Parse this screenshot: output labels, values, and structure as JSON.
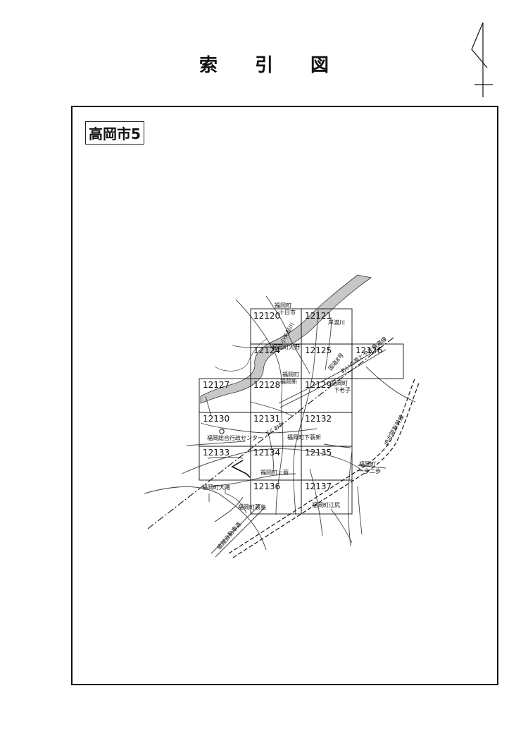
{
  "title": "索 引 図",
  "city_label": "高岡市5",
  "cells": [
    {
      "code": "12120"
    },
    {
      "code": "12121"
    },
    {
      "code": "12124"
    },
    {
      "code": "12125"
    },
    {
      "code": "12126"
    },
    {
      "code": "12127"
    },
    {
      "code": "12128"
    },
    {
      "code": "12129"
    },
    {
      "code": "12130"
    },
    {
      "code": "12131"
    },
    {
      "code": "12132"
    },
    {
      "code": "12133"
    },
    {
      "code": "12134"
    },
    {
      "code": "12135"
    },
    {
      "code": "12136"
    },
    {
      "code": "12137"
    }
  ],
  "places": {
    "fukuoka_tokaichi_1": "福岡町",
    "fukuoka_tokaichi_2": "十日市",
    "oyabe_river": "小矢部川",
    "kishiwatari_river": "岸渡川",
    "fukuoka_ono": "福岡町大野",
    "route8": "国道8号",
    "ainokaze": "あいの風とやま鉄道線",
    "fukuoka_shin_1": "福岡町",
    "fukuoka_shin_2": "福岡新",
    "shimoroko_1": "福岡町",
    "shimoroko_2": "下老子",
    "fukuoka_center": "福岡総合行政センター",
    "fukuoka_station": "ふくおか",
    "shimomino_shin": "福岡町下蓑新",
    "shinkansen": "JR北陸新幹線",
    "ippo_nibu_1": "福岡町",
    "ippo_nibu_2": "一歩二歩",
    "kamimino": "福岡町上蓑",
    "otaki": "福岡町大滝",
    "minojima": "福岡町蓑島",
    "ebusa": "福岡町江尻",
    "noetsu": "能越自動車道"
  }
}
